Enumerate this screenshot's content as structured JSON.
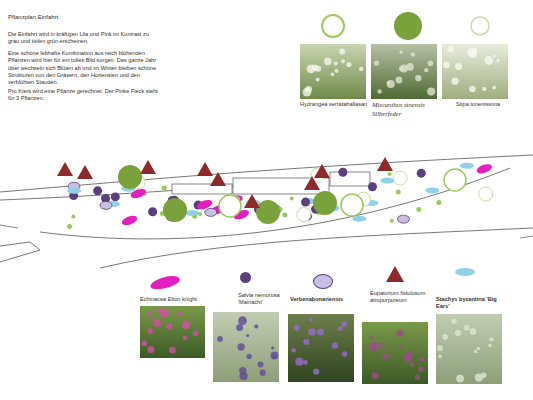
{
  "diagram": {
    "title": "Pflanzplan Einfahrt",
    "labels": [
      "Die Einfahrt wird in kräftigen Lila und Pink im Kontrast zu grau und tiefen grün erscheinen.",
      "Eine schöne lebhafte Kombination aus reich blühenden Pflanzen wird hier für ein tolles Bild sorgen. Das ganze Jahr über wechseln sich Blüten ab und im Winter bleiben schöne Strukturen von den Gräsern, den Hortensien und den verblühten Stauden.",
      "Pro Kreis wird eine Pflanze gerechnet. Der Pinke Fleck steht für 3 Pflanzen."
    ],
    "legend": [
      {
        "text": "Hydrangea serratahallasan"
      },
      {
        "text": "Miscanthus sinensis Silberfeder",
        "color": "#7aa23a"
      },
      {
        "text": "Stipa tunenissima"
      },
      {
        "text": "Echinacea Elton knight",
        "color": "#e31fc2"
      },
      {
        "text": "Salvia nemorosa 'Mainacht'",
        "color": "#5b3f7e"
      },
      {
        "text": "Verbenabonariensis",
        "color": "#c8c0e2"
      },
      {
        "text": "Eupatorium fistulosum atropurpureum",
        "color": "#8e2a2a"
      },
      {
        "text": "Stachys byzantina 'Big Ears'",
        "color": "#8fd0ea"
      }
    ]
  }
}
